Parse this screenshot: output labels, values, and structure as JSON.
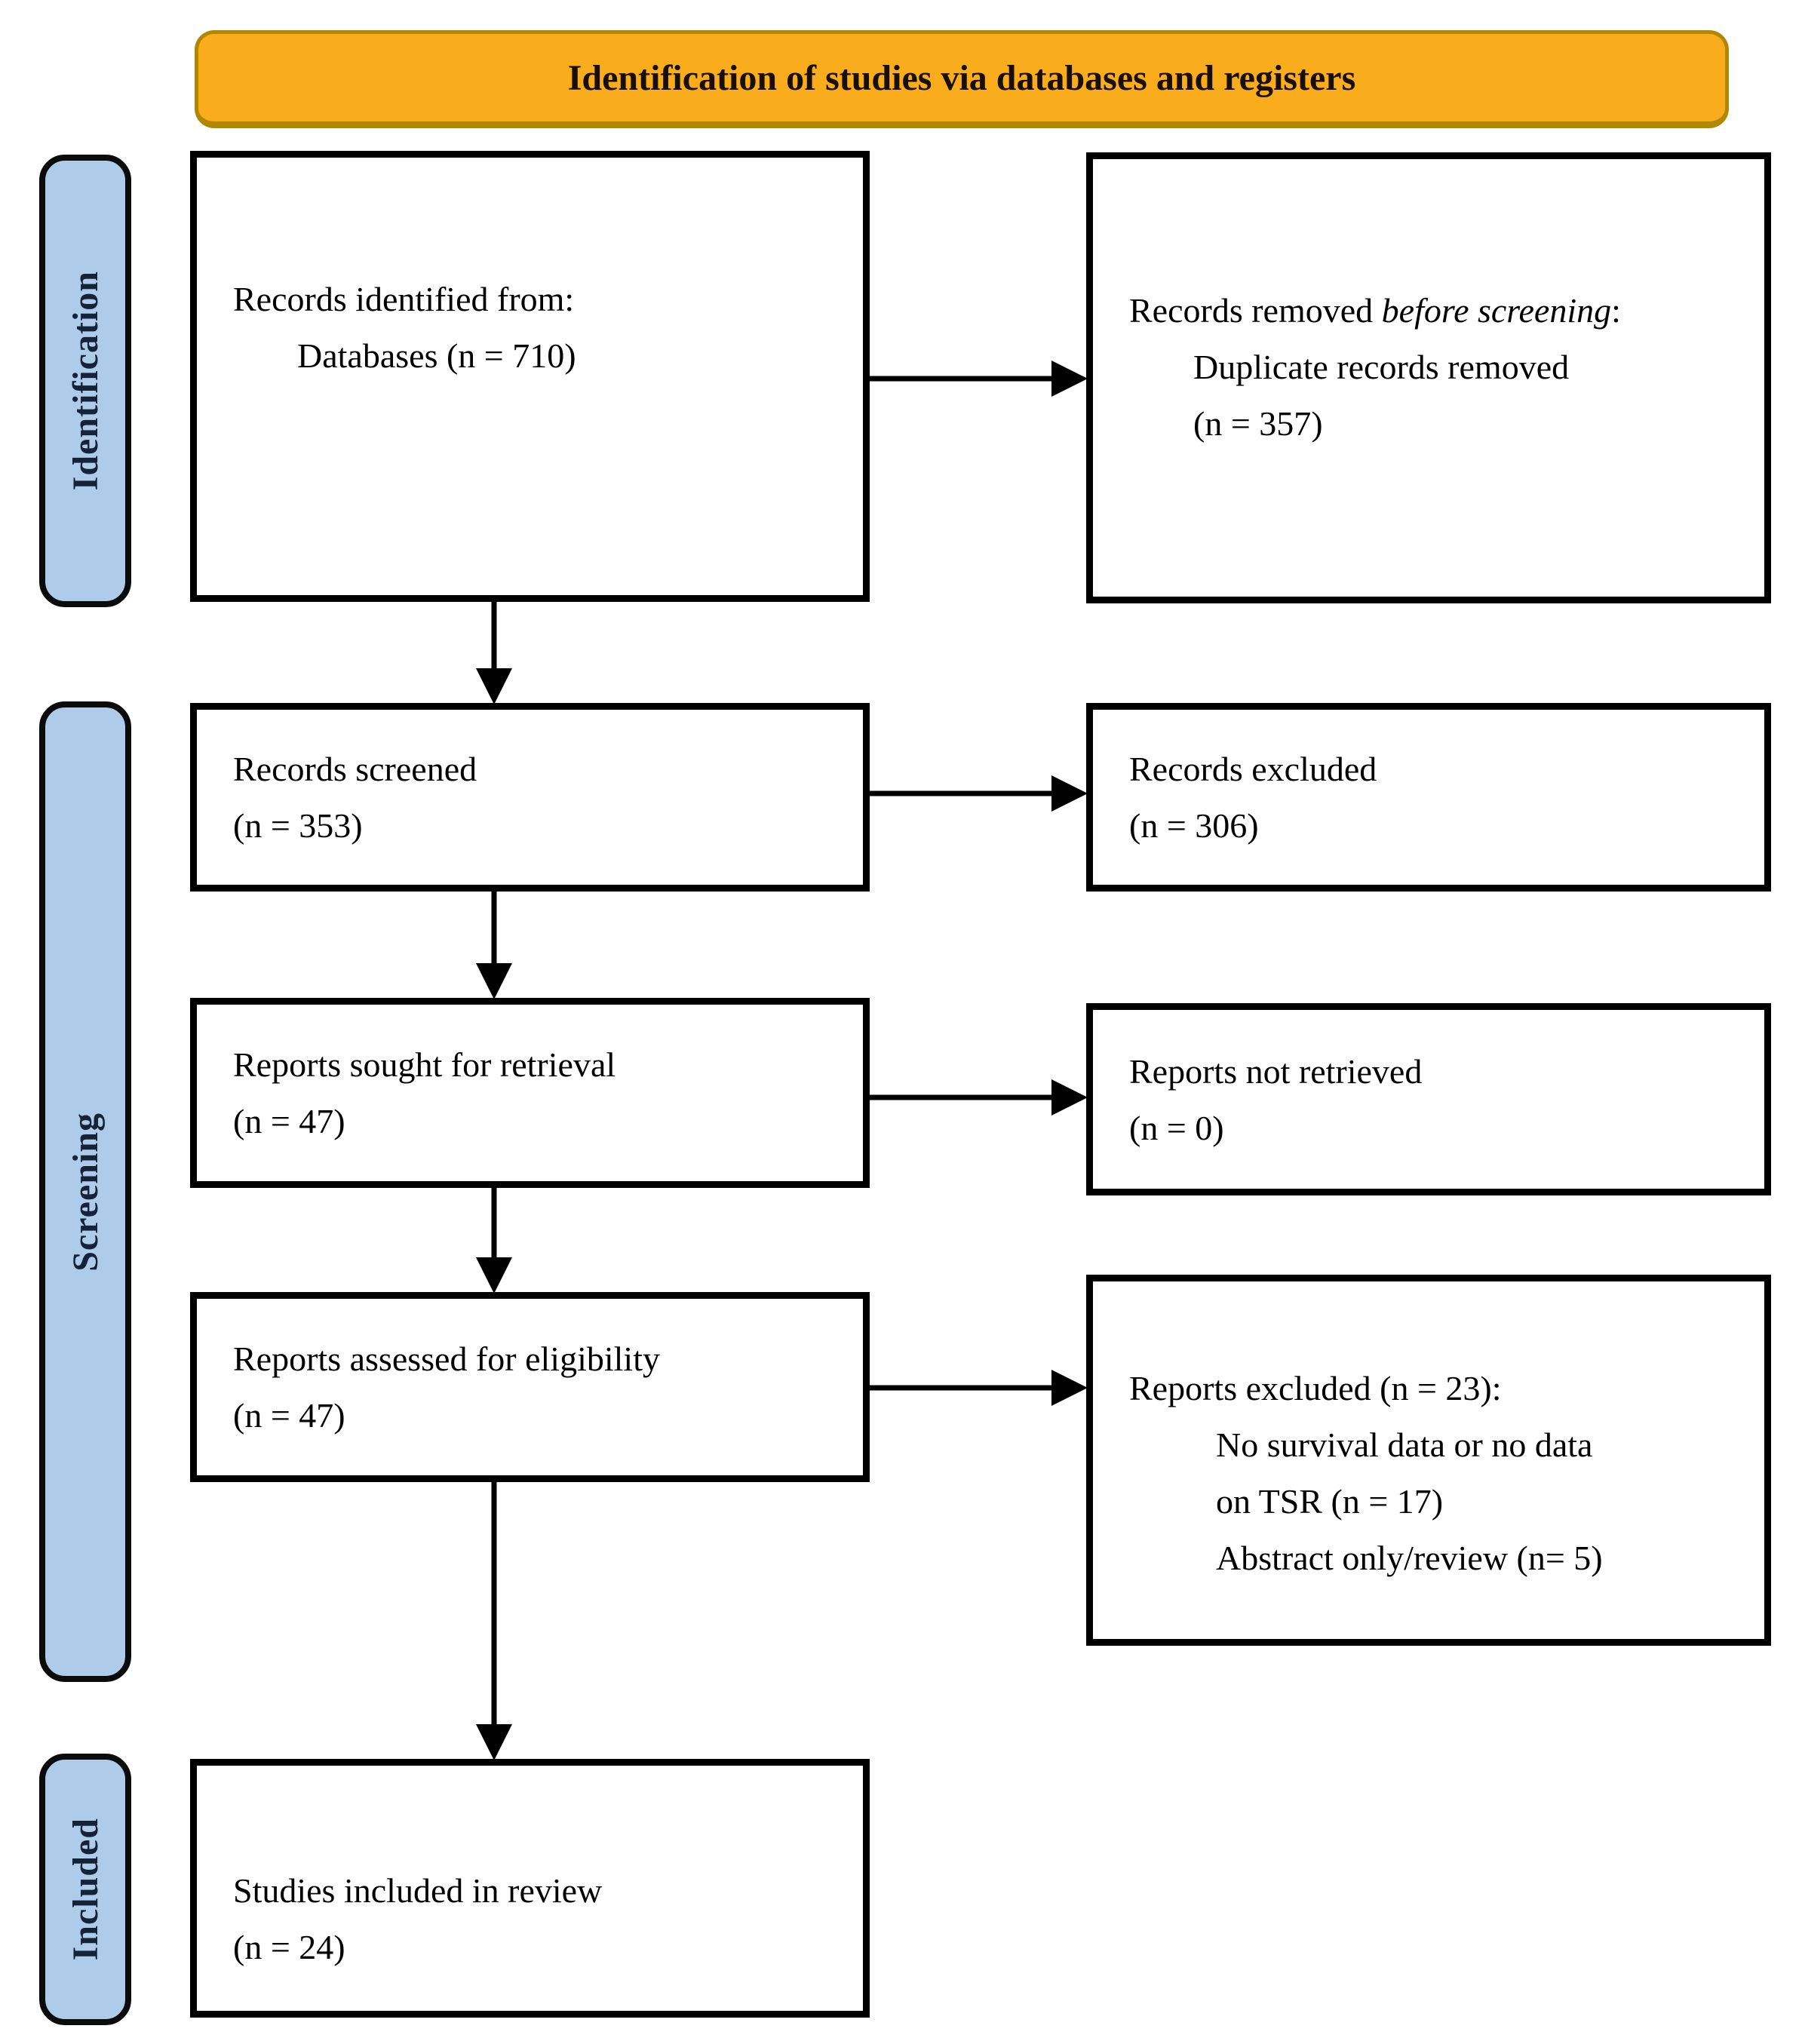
{
  "banner": {
    "title": "Identification of studies via databases and registers"
  },
  "stages": {
    "identification": "Identification",
    "screening": "Screening",
    "included": "Included"
  },
  "boxes": {
    "records_identified": {
      "line1": "Records identified from:",
      "line2": "Databases (n = 710)"
    },
    "records_removed": {
      "line1_text": "Records removed ",
      "line1_italic": "before screening",
      "line1_suffix": ":",
      "line2": "Duplicate records removed",
      "line3": "(n = 357)"
    },
    "records_screened": {
      "line1": "Records screened",
      "line2": "(n = 353)"
    },
    "records_excluded": {
      "line1": "Records excluded",
      "line2": "(n = 306)"
    },
    "reports_sought": {
      "line1": "Reports sought for retrieval",
      "line2": "(n = 47)"
    },
    "reports_not_retrieved": {
      "line1": "Reports not retrieved",
      "line2": "(n = 0)"
    },
    "reports_assessed": {
      "line1": "Reports assessed for eligibility",
      "line2": "(n = 47)"
    },
    "reports_excluded": {
      "line1": "Reports excluded (n = 23):",
      "reason1_line1": "No survival data or no data",
      "reason1_line2": "on TSR (n = 17)",
      "reason2": "Abstract only/review (n= 5)"
    },
    "studies_included": {
      "line1": "Studies included in review",
      "line2": "(n = 24)"
    }
  },
  "colors": {
    "banner_fill": "#FAAD1C",
    "banner_border": "#B28700",
    "stage_fill": "#AECBE9",
    "box_border": "#000000",
    "arrow": "#000000"
  }
}
